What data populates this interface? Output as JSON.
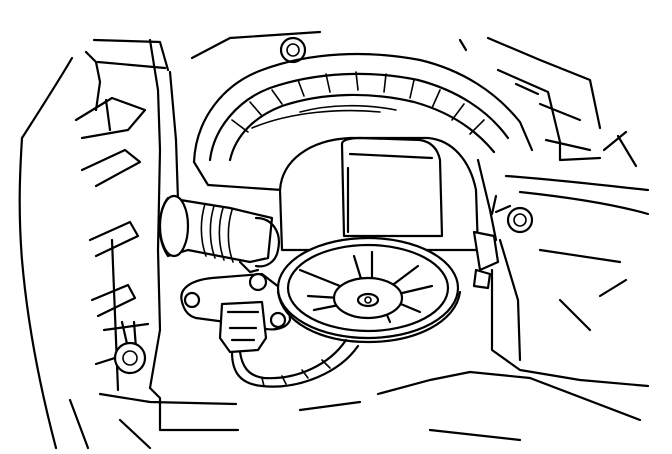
{
  "figure": {
    "kind": "line-drawing",
    "stroke_color": "#000000",
    "background_color": "#ffffff",
    "components": [
      "housing-duct",
      "blower-housing",
      "blower-motor",
      "motor-hub",
      "air-inlet-tube",
      "resistor-bracket",
      "electrical-connector",
      "wire-harness",
      "mounting-bolt-left",
      "mounting-bolt-right",
      "mounting-bolt-top"
    ]
  }
}
